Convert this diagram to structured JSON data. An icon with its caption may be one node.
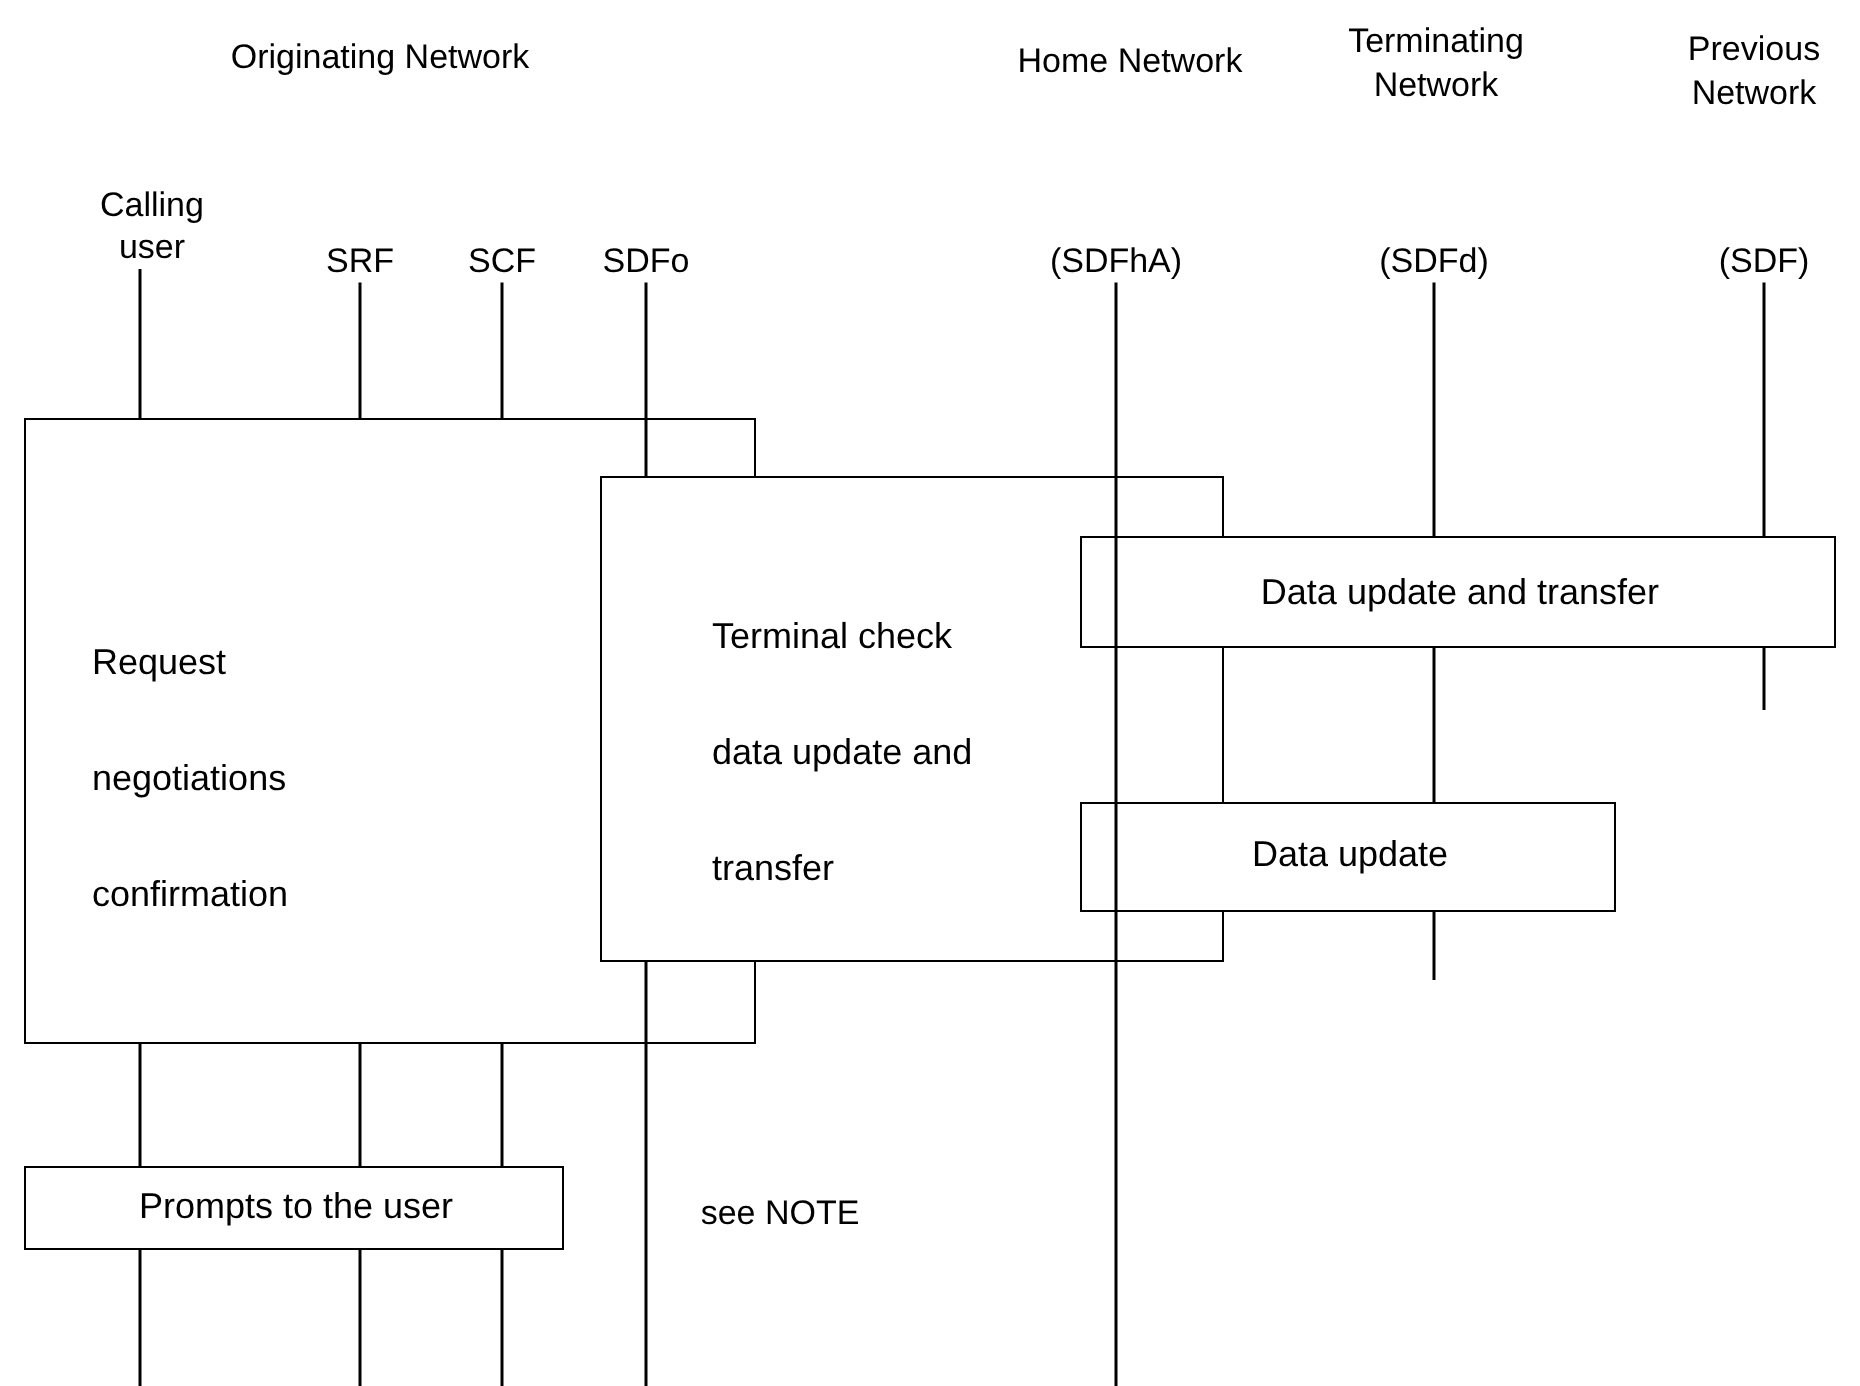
{
  "diagram": {
    "nodes": [
      {
        "text": [
          "Calling user"
        ]
      },
      {
        "text": [
          "SRF"
        ]
      },
      {
        "text": [
          "SCF"
        ]
      },
      {
        "text": [
          "SDFo"
        ]
      },
      {
        "text": [
          "(SDFhA)"
        ]
      },
      {
        "text": [
          "(SDFd)"
        ]
      },
      {
        "text": [
          "(SDF)"
        ]
      },
      {
        "text": [
          "Request negotiations confirmation"
        ]
      },
      {
        "text": [
          "Terminal check data update and transfer"
        ]
      },
      {
        "text": [
          "Data update and transfer"
        ]
      },
      {
        "text": [
          "Data update"
        ]
      },
      {
        "text": [
          "Prompts to the user"
        ]
      }
    ],
    "edges": [
      {
        "from": 0,
        "to": 7,
        "arrow": "none"
      },
      {
        "from": 7,
        "to": 11,
        "arrow": "none"
      },
      {
        "from": 11,
        "to": null,
        "arrow": "none"
      },
      {
        "from": 1,
        "to": 7,
        "arrow": "none"
      },
      {
        "from": 7,
        "to": 11,
        "arrow": "none"
      },
      {
        "from": 11,
        "to": null,
        "arrow": "none"
      },
      {
        "from": 2,
        "to": 7,
        "arrow": "none"
      },
      {
        "from": 7,
        "to": 11,
        "arrow": "none"
      },
      {
        "from": 11,
        "to": null,
        "arrow": "none"
      },
      {
        "from": 3,
        "to": 7,
        "arrow": "none"
      },
      {
        "from": 7,
        "to": 8,
        "arrow": "none"
      },
      {
        "from": 8,
        "to": null,
        "arrow": "none"
      },
      {
        "from": 4,
        "to": null,
        "arrow": "none"
      },
      {
        "from": 5,
        "to": 9,
        "arrow": "none"
      },
      {
        "from": 9,
        "to": 10,
        "arrow": "none"
      },
      {
        "from": 10,
        "to": null,
        "arrow": "none"
      },
      {
        "from": 6,
        "to": 9,
        "arrow": "none"
      },
      {
        "from": 9,
        "to": null,
        "arrow": "none"
      }
    ],
    "labels": [
      "Originating Network",
      "Home Network",
      "Terminating Network",
      "Previous Network",
      "see NOTE"
    ]
  }
}
